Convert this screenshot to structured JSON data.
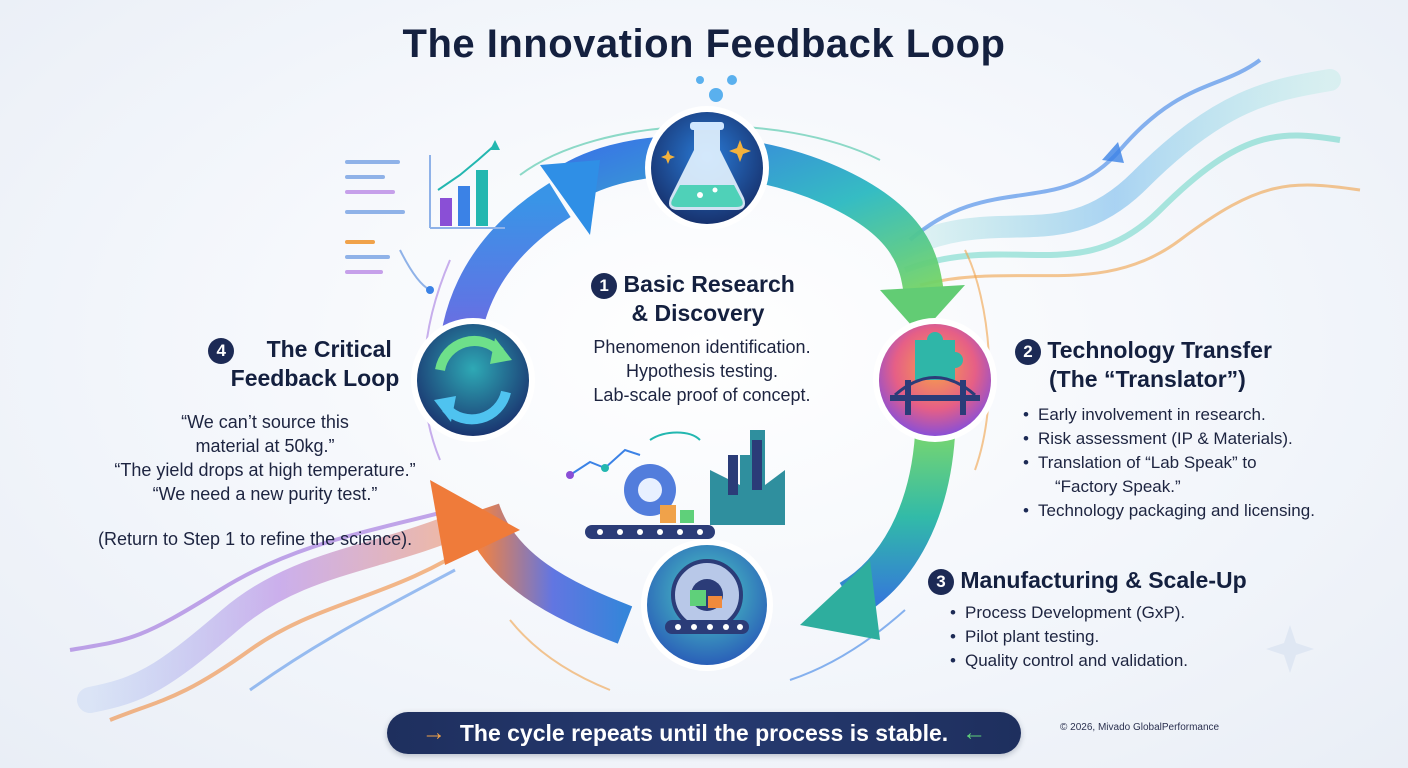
{
  "title": "The Innovation Feedback Loop",
  "steps": [
    {
      "num": "1",
      "title_line1": "Basic Research",
      "title_line2": "& Discovery",
      "lines": [
        "Phenomenon identification.",
        "Hypothesis testing.",
        "Lab-scale proof of concept."
      ],
      "icon": "flask-icon"
    },
    {
      "num": "2",
      "title_line1": "Technology Transfer",
      "title_line2": "(The “Translator”)",
      "bullets": [
        "Early involvement in research.",
        "Risk assessment (IP & Materials).",
        "Translation of “Lab Speak” to",
        "“Factory Speak.”",
        "Technology packaging and licensing."
      ],
      "icon": "puzzle-bridge-icon"
    },
    {
      "num": "3",
      "title": "Manufacturing & Scale-Up",
      "bullets": [
        "Process Development (GxP).",
        "Pilot plant testing.",
        "Quality control and validation."
      ],
      "icon": "gear-conveyor-icon"
    },
    {
      "num": "4",
      "title_line1": "The Critical",
      "title_line2": "Feedback Loop",
      "quotes": [
        "“We can’t source this",
        "material at 50kg.”",
        "“The yield drops at high temperature.”",
        "“We need a new purity test.”"
      ],
      "note": "(Return to Step 1 to refine the science).",
      "icon": "recycle-arrows-icon"
    }
  ],
  "banner": {
    "text": "The cycle repeats until the process is stable.",
    "left_arrow": "→",
    "right_arrow": "←"
  },
  "copyright": "© 2026, Mivado GlobalPerformance",
  "colors": {
    "navy": "#1c2a55",
    "blue": "#3b6fe0",
    "teal": "#23b7b0",
    "green": "#5fd07a",
    "orange": "#f08a3c",
    "purple": "#8a4fd6"
  }
}
